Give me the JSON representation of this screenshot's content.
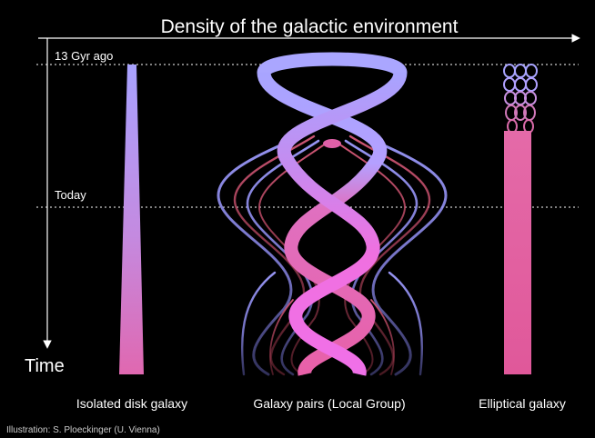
{
  "header": {
    "title": "Density of the galactic environment"
  },
  "time_axis": {
    "label": "Time",
    "marker_past": "13 Gyr ago",
    "marker_now": "Today"
  },
  "columns": {
    "isolated": "Isolated disk galaxy",
    "pairs": "Galaxy pairs (Local Group)",
    "elliptical": "Elliptical galaxy"
  },
  "credit": "Illustration: S. Ploeckinger (U. Vienna)",
  "colors": {
    "background": "#000000",
    "lavender": "#a6a0ff",
    "pink": "#e0609c",
    "magenta": "#f070d8",
    "red": "#c8485a",
    "axis": "#ffffff"
  }
}
